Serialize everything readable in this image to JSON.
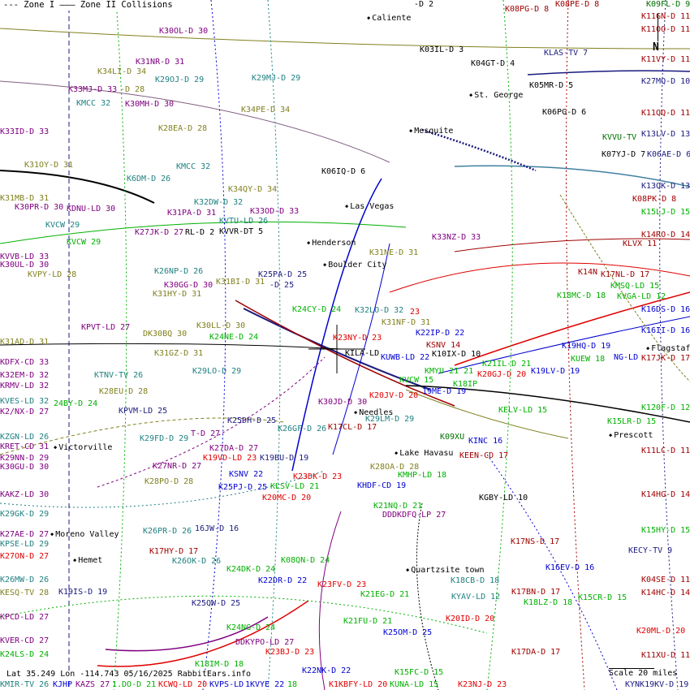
{
  "legend": {
    "zone1": "--- Zone I",
    "zone2": "——— Zone II",
    "collisions": "Collisions"
  },
  "status": "Lat 35.249 Lon -114.743 05/16/2025 RabbitEars.info",
  "scale": "Scale 20 miles",
  "north": "N",
  "palette": {
    "r": "#e00000",
    "dr": "#a00000",
    "b": "#0000d0",
    "n": "#1a1a80",
    "g": "#00b000",
    "dg": "#007000",
    "p": "#800080",
    "o": "#808020",
    "t": "#208080",
    "k": "#000000"
  },
  "cities": [
    "Caliente",
    "St. George",
    "Mesquite",
    "Las Vegas",
    "Henderson",
    "Boulder City",
    "Needles",
    "Lake Havasu",
    "Quartzsite town",
    "Flagstaff",
    "Prescott",
    "Victorville",
    "Moreno Valley",
    "Hemet"
  ],
  "labels": [
    {
      "text": "K09FL-D 9",
      "c": "dg"
    },
    {
      "text": "K11GN-D 11",
      "c": "dr"
    },
    {
      "text": "K11OO-D 11",
      "c": "dr"
    },
    {
      "text": "K11VY-D 11",
      "c": "dr"
    },
    {
      "text": "K27MQ-D 10",
      "c": "n"
    },
    {
      "text": "K11QQ-D 11",
      "c": "dr"
    },
    {
      "text": "K13LV-D 13",
      "c": "n"
    },
    {
      "text": "K06AE-D 6",
      "c": "n"
    },
    {
      "text": "K13QK-D 13",
      "c": "n"
    },
    {
      "text": "K08PK-D 8",
      "c": "dr"
    },
    {
      "text": "K15LJ-D 15",
      "c": "g"
    },
    {
      "text": "K14RO-D 14",
      "c": "dr"
    },
    {
      "text": "KLVX 11",
      "c": "dr"
    },
    {
      "text": "K14N",
      "c": "dr"
    },
    {
      "text": "K17NL-D 17",
      "c": "dr"
    },
    {
      "text": "KMSQ-LD 15",
      "c": "g"
    },
    {
      "text": "KVGA-LD 12",
      "c": "g"
    },
    {
      "text": "K18MC-D 18",
      "c": "g"
    },
    {
      "text": "K16DS-D 16",
      "c": "b"
    },
    {
      "text": "K16II-D 16",
      "c": "b"
    },
    {
      "text": "K19HQ-D 19",
      "c": "b"
    },
    {
      "text": "KUEW 18",
      "c": "g"
    },
    {
      "text": "NG-LD",
      "c": "b"
    },
    {
      "text": "K17JK-D 17",
      "c": "dr"
    },
    {
      "text": "K120F-D 12",
      "c": "g"
    },
    {
      "text": "K15LR-D 15",
      "c": "g"
    },
    {
      "text": "K11LC-D 11",
      "c": "dr"
    },
    {
      "text": "K14HG-D 14",
      "c": "dr"
    },
    {
      "text": "K15HY-D 15",
      "c": "g"
    },
    {
      "text": "KECY-TV 9",
      "c": "n"
    },
    {
      "text": "K04SE-D 11",
      "c": "dr"
    },
    {
      "text": "K14HC-D 14",
      "c": "dr"
    },
    {
      "text": "K20ML-D 20",
      "c": "r"
    },
    {
      "text": "K11XU-D 11",
      "c": "dr"
    },
    {
      "text": "KYNK19KV-D 19",
      "c": "n"
    },
    {
      "text": "-D 2",
      "c": "k"
    },
    {
      "text": "K08PG-D 8",
      "c": "dr"
    },
    {
      "text": "K08PE-D 8",
      "c": "dr"
    },
    {
      "text": "K03IL-D 3",
      "c": "k"
    },
    {
      "text": "K04GT-D 4",
      "c": "k"
    },
    {
      "text": "KLAS-TV 7",
      "c": "n"
    },
    {
      "text": "K05MR-D 5",
      "c": "k"
    },
    {
      "text": "K06PG-D 6",
      "c": "k"
    },
    {
      "text": "KVVU-TV",
      "c": "dg"
    },
    {
      "text": "K07YJ-D 7",
      "c": "k"
    },
    {
      "text": "K06IQ-D 6",
      "c": "k"
    },
    {
      "text": "K33NZ-D 33",
      "c": "p"
    },
    {
      "text": "K31NE-D 31",
      "c": "o"
    },
    {
      "text": "K24CY-D 24",
      "c": "g"
    },
    {
      "text": "K32LO-D 32",
      "c": "t"
    },
    {
      "text": "23",
      "c": "r"
    },
    {
      "text": "K31NF-D 31",
      "c": "o"
    },
    {
      "text": "K22IP-D 22",
      "c": "b"
    },
    {
      "text": "K23NY-D 23",
      "c": "r"
    },
    {
      "text": "KSNV 14",
      "c": "dr"
    },
    {
      "text": "KILA-LD",
      "c": "k"
    },
    {
      "text": "KUWB-LD 22",
      "c": "b"
    },
    {
      "text": "K10IX-D 10",
      "c": "k"
    },
    {
      "text": "K21IL-D 21",
      "c": "g"
    },
    {
      "text": "KMYU 21 21",
      "c": "g"
    },
    {
      "text": "K20GJ-D 20",
      "c": "r"
    },
    {
      "text": "K19LV-D 19",
      "c": "b"
    },
    {
      "text": "K18IP",
      "c": "g"
    },
    {
      "text": "KVCW 15",
      "c": "g"
    },
    {
      "text": "19ME-D 19",
      "c": "b"
    },
    {
      "text": "K20JV-D 20",
      "c": "r"
    },
    {
      "text": "K30JD-D 30",
      "c": "p"
    },
    {
      "text": "KELV-LD 15",
      "c": "g"
    },
    {
      "text": "K29LM-D 29",
      "c": "t"
    },
    {
      "text": "K17CL-D 17",
      "c": "dr"
    },
    {
      "text": "K26GF-D 26",
      "c": "t"
    },
    {
      "text": "K09XU",
      "c": "dg"
    },
    {
      "text": "KINC 16",
      "c": "b"
    },
    {
      "text": "KEEN-CD 17",
      "c": "dr"
    },
    {
      "text": "K28OA-D 28",
      "c": "o"
    },
    {
      "text": "KMHP-LD 18",
      "c": "g"
    },
    {
      "text": "K23DK-D 23",
      "c": "r"
    },
    {
      "text": "KHDF-CD 19",
      "c": "b"
    },
    {
      "text": "KLSV-LD 21",
      "c": "g"
    },
    {
      "text": "K25PJ-D 25",
      "c": "b"
    },
    {
      "text": "K20MC-D 20",
      "c": "r"
    },
    {
      "text": "KGBY-LD 10",
      "c": "k"
    },
    {
      "text": "K21NQ-D 21",
      "c": "g"
    },
    {
      "text": "DDDKDFQ-LP 27",
      "c": "p"
    },
    {
      "text": "K17NS-D 17",
      "c": "dr"
    },
    {
      "text": "K16EV-D 16",
      "c": "b"
    },
    {
      "text": "K08QN-D 24",
      "c": "g"
    },
    {
      "text": "K18CB-D 18",
      "c": "t"
    },
    {
      "text": "K23FV-D 23",
      "c": "r"
    },
    {
      "text": "K22DR-D 22",
      "c": "b"
    },
    {
      "text": "K17BN-D 17",
      "c": "dr"
    },
    {
      "text": "KYAV-LD 12",
      "c": "t"
    },
    {
      "text": "K15CR-D 15",
      "c": "g"
    },
    {
      "text": "K18LZ-D 18",
      "c": "g"
    },
    {
      "text": "K21EG-D 21",
      "c": "g"
    },
    {
      "text": "K20ID-D 20",
      "c": "r"
    },
    {
      "text": "K21FU-D 21",
      "c": "g"
    },
    {
      "text": "K25OM-D 25",
      "c": "b"
    },
    {
      "text": "K17DA-D 17",
      "c": "dr"
    },
    {
      "text": "K22NK-D 22",
      "c": "b"
    },
    {
      "text": "K15FC-D 15",
      "c": "g"
    },
    {
      "text": "K23BJ-D 23",
      "c": "r"
    },
    {
      "text": "K1KBFY-LD 20",
      "c": "r"
    },
    {
      "text": "KUNA-LD 15",
      "c": "g"
    },
    {
      "text": "K23NJ-D 23",
      "c": "r"
    },
    {
      "text": "DDKYPO-LD 27",
      "c": "p"
    },
    {
      "text": "K24NG-D 24",
      "c": "g"
    },
    {
      "text": "K18IM-D 18",
      "c": "g"
    },
    {
      "text": "K25QW-D 25",
      "c": "n"
    },
    {
      "text": "K24DK-D 24",
      "c": "g"
    },
    {
      "text": "K26OK-D 26",
      "c": "t"
    },
    {
      "text": "K17HY-D 17",
      "c": "dr"
    },
    {
      "text": "K26PR-D 26",
      "c": "t"
    },
    {
      "text": "16JW-D 16",
      "c": "n"
    },
    {
      "text": "K28PO-D 28",
      "c": "o"
    },
    {
      "text": "K27NR-D 27",
      "c": "p"
    },
    {
      "text": "K27DA-D 27",
      "c": "p"
    },
    {
      "text": "K19VD-LD 23",
      "c": "r"
    },
    {
      "text": "K19BU-D 19",
      "c": "n"
    },
    {
      "text": "KSNV 22",
      "c": "b"
    },
    {
      "text": "K25DH-D 25",
      "c": "n"
    },
    {
      "text": "K29FD-D 29",
      "c": "t"
    },
    {
      "text": "T-D 27",
      "c": "p"
    },
    {
      "text": "KPVM-LD 25",
      "c": "n"
    },
    {
      "text": "K28EU-D 28",
      "c": "o"
    },
    {
      "text": "KTNV-TV 26",
      "c": "t"
    },
    {
      "text": "K29LO-D 29",
      "c": "t"
    },
    {
      "text": "K31GZ-D 31",
      "c": "o"
    },
    {
      "text": "DK30BQ 30",
      "c": "o"
    },
    {
      "text": "K30LL-D 30",
      "c": "o"
    },
    {
      "text": "K24NE-D 24",
      "c": "g"
    },
    {
      "text": "K31HY-D 31",
      "c": "o"
    },
    {
      "text": "K30GG-D 30",
      "c": "p"
    },
    {
      "text": "K31BI-D 31",
      "c": "o"
    },
    {
      "text": "K25PA-D 25",
      "c": "n"
    },
    {
      "text": "-D 25",
      "c": "n"
    },
    {
      "text": "K26NP-D 26",
      "c": "t"
    },
    {
      "text": "K27JK-D 27",
      "c": "p"
    },
    {
      "text": "RL-D 2",
      "c": "k"
    },
    {
      "text": "KVVR-DT 5",
      "c": "k"
    },
    {
      "text": "K31PA-D 31",
      "c": "p"
    },
    {
      "text": "KVTU-LD 26",
      "c": "t"
    },
    {
      "text": "K32DW-D 32",
      "c": "t"
    },
    {
      "text": "K33OD-D 33",
      "c": "p"
    },
    {
      "text": "K34QY-D 34",
      "c": "o"
    },
    {
      "text": "K6DM-D 26",
      "c": "t"
    },
    {
      "text": "KMCC 32",
      "c": "t"
    },
    {
      "text": "K28EA-D 28",
      "c": "o"
    },
    {
      "text": "K34PE-D 34",
      "c": "o"
    },
    {
      "text": "K30MH-D 30",
      "c": "p"
    },
    {
      "text": "KMCC 32",
      "c": "t"
    },
    {
      "text": "K33MJ-D 33",
      "c": "p"
    },
    {
      "text": "-D 28",
      "c": "o"
    },
    {
      "text": "K29OJ-D 29",
      "c": "t"
    },
    {
      "text": "K29MJ-D 29",
      "c": "t"
    },
    {
      "text": "K31NR-D 31",
      "c": "p"
    },
    {
      "text": "K34LI-D 34",
      "c": "o"
    },
    {
      "text": "K30OL-D 30",
      "c": "p"
    },
    {
      "text": "K33ID-D 33",
      "c": "p"
    },
    {
      "text": "K31OY-D 31",
      "c": "o"
    },
    {
      "text": "K31MB-D 31",
      "c": "o"
    },
    {
      "text": "K30PR-D 30",
      "c": "p"
    },
    {
      "text": "KDNU-LD 30",
      "c": "p"
    },
    {
      "text": "KVCW 29",
      "c": "t"
    },
    {
      "text": "KVCW 29",
      "c": "g"
    },
    {
      "text": "KVVB-LD 33",
      "c": "p"
    },
    {
      "text": "K30UL-D 30",
      "c": "p"
    },
    {
      "text": "KVPY-LD 28",
      "c": "o"
    },
    {
      "text": "KPVT-LD 27",
      "c": "p"
    },
    {
      "text": "K31AD-D 31",
      "c": "o"
    },
    {
      "text": "KDFX-CD 33",
      "c": "p"
    },
    {
      "text": "K32EM-D 32",
      "c": "p"
    },
    {
      "text": "KRMV-LD 32",
      "c": "p"
    },
    {
      "text": "KVES-LD 32",
      "c": "t"
    },
    {
      "text": "24BY-D 24",
      "c": "g"
    },
    {
      "text": "K2/NX-D 27",
      "c": "p"
    },
    {
      "text": "KZGN-LD 26",
      "c": "t"
    },
    {
      "text": "KRET-CD 31",
      "c": "p"
    },
    {
      "text": "K29NN-D 29",
      "c": "p"
    },
    {
      "text": "K30GU-D 30",
      "c": "p"
    },
    {
      "text": "KAKZ-LD 30",
      "c": "p"
    },
    {
      "text": "K29GK-D 29",
      "c": "t"
    },
    {
      "text": "K27AE-D 27",
      "c": "p"
    },
    {
      "text": "KPSE-LD 29",
      "c": "t"
    },
    {
      "text": "K27ON-D 27",
      "c": "r"
    },
    {
      "text": "K26MW-D 26",
      "c": "t"
    },
    {
      "text": "K19IS-D 19",
      "c": "n"
    },
    {
      "text": "KESQ-TV 28",
      "c": "o"
    },
    {
      "text": "KPCD-LD 27",
      "c": "p"
    },
    {
      "text": "KVER-CD 27",
      "c": "p"
    },
    {
      "text": "K24LS-D 24",
      "c": "g"
    },
    {
      "text": "KMIR-TV 26",
      "c": "t"
    },
    {
      "text": "KJHP",
      "c": "b"
    },
    {
      "text": "KAZS 27",
      "c": "p"
    },
    {
      "text": "1.DO-D 21",
      "c": "g"
    },
    {
      "text": "KCWQ-LD 20",
      "c": "r"
    },
    {
      "text": "KVPS-LD",
      "c": "b"
    },
    {
      "text": "1KVYE 22",
      "c": "b"
    },
    {
      "text": "18",
      "c": "g"
    }
  ]
}
